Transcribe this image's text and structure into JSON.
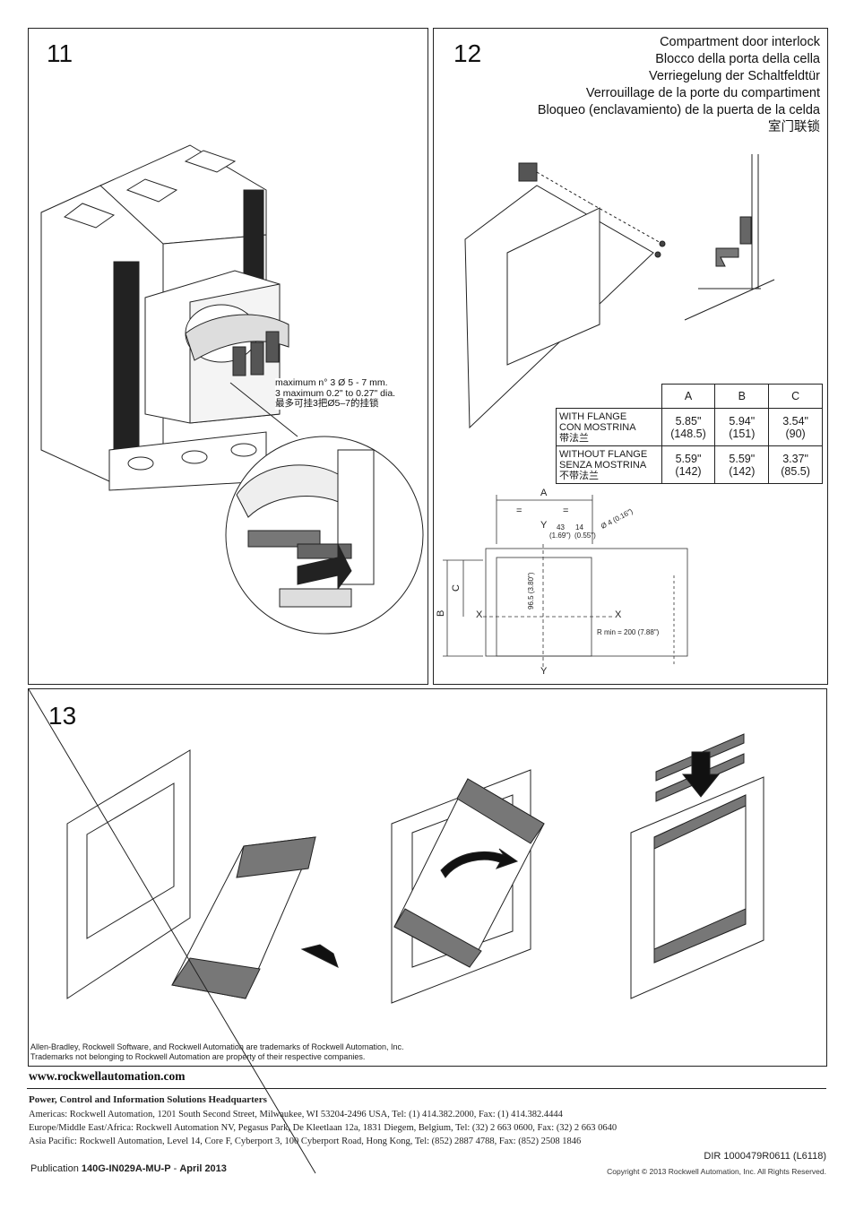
{
  "panel11": {
    "number": "11",
    "note_lines": [
      "maximum n° 3 Ø 5 - 7 mm.",
      "3 maximum 0.2\" to 0.27\" dia.",
      "最多可挂3把Ø5–7的挂锁"
    ]
  },
  "panel12": {
    "number": "12",
    "titles": [
      "Compartment door interlock",
      "Blocco della porta della cella",
      "Verriegelung der Schaltfeldtür",
      "Verrouillage de la porte du compartiment",
      "Bloqueo (enclavamiento) de la puerta de la celda",
      "室门联锁"
    ],
    "table": {
      "headers": [
        "A",
        "B",
        "C"
      ],
      "rows": [
        {
          "label_lines": [
            "WITH FLANGE",
            "CON MOSTRINA",
            "带法兰"
          ],
          "cells": [
            [
              "5.85\"",
              "(148.5)"
            ],
            [
              "5.94\"",
              "(151)"
            ],
            [
              "3.54\"",
              "(90)"
            ]
          ]
        },
        {
          "label_lines": [
            "WITHOUT FLANGE",
            "SENZA MOSTRINA",
            "不带法兰"
          ],
          "cells": [
            [
              "5.59\"",
              "(142)"
            ],
            [
              "5.59\"",
              "(142)"
            ],
            [
              "3.37\"",
              "(85.5)"
            ]
          ]
        }
      ]
    },
    "drawing": {
      "dim_a": "A",
      "dim_b": "B",
      "dim_c": "C",
      "axis_x": "X",
      "axis_y": "Y",
      "equal": "=",
      "d43": "43",
      "d43in": "(1.69\")",
      "d14": "14",
      "d14in": "(0.55\")",
      "hole": "Ø 4 (0.16\")",
      "height": "96.5 (3.80\")",
      "radius": "R min = 200 (7.88\")"
    }
  },
  "panel13": {
    "number": "13"
  },
  "footer": {
    "trademark_lines": [
      "Allen-Bradley, Rockwell Software, and Rockwell Automation are trademarks of Rockwell Automation, Inc.",
      "Trademarks not belonging to Rockwell Automation are property of their respective companies."
    ],
    "url": "www.rockwellautomation.com",
    "hq_title": "Power, Control and Information Solutions Headquarters",
    "hq_lines": [
      "Americas: Rockwell Automation, 1201 South Second Street, Milwaukee, WI 53204-2496 USA, Tel: (1) 414.382.2000, Fax: (1) 414.382.4444",
      "Europe/Middle East/Africa: Rockwell Automation NV, Pegasus Park, De Kleetlaan 12a, 1831 Diegem, Belgium, Tel: (32) 2 663 0600, Fax: (32) 2 663 0640",
      "Asia Pacific: Rockwell Automation, Level 14, Core F, Cyberport 3, 100 Cyberport Road, Hong Kong, Tel: (852) 2887 4788, Fax: (852) 2508 1846"
    ],
    "dir": "DIR 1000479R0611 (L6118)",
    "pub_prefix": "Publication",
    "pub_number": "140G-IN029A-MU-P",
    "pub_sep": "-",
    "pub_date": "April 2013",
    "copyright": "Copyright © 2013 Rockwell Automation, Inc. All Rights Reserved."
  }
}
